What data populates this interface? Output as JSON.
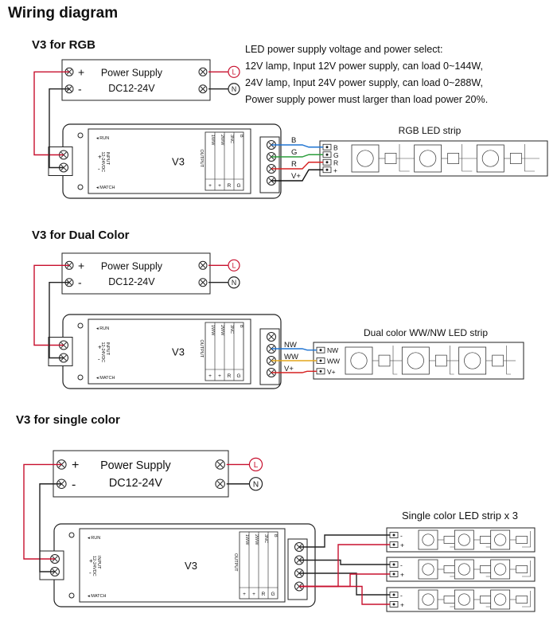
{
  "title": "Wiring diagram",
  "notes": [
    "LED power supply voltage and power select:",
    "12V lamp, Input 12V power supply, can load 0~144W,",
    "24V lamp, Input 24V power supply, can load 0~288W,",
    "Power supply power must larger than load power 20%."
  ],
  "power_supply": {
    "name": "Power Supply",
    "voltage": "DC12-24V",
    "live": "L",
    "neutral": "N",
    "plus": "+",
    "minus": "-"
  },
  "controller": {
    "name": "V3",
    "run": "RUN",
    "match": "MATCH",
    "input_label": "INPUT",
    "input_voltage": "12-24VDC",
    "output_label": "OUTPUT",
    "output_columns": [
      "1WW",
      "2WW",
      "3NC",
      "B"
    ],
    "output_sub": [
      "+",
      "+",
      "R",
      "G"
    ]
  },
  "sections": [
    {
      "title": "V3 for RGB",
      "strip_title": "RGB LED strip",
      "wires": [
        {
          "label": "B",
          "color": "#1e73d2"
        },
        {
          "label": "G",
          "color": "#2a9d3a"
        },
        {
          "label": "R",
          "color": "#d62020"
        },
        {
          "label": "V+",
          "color": "#111111"
        }
      ],
      "strip_pins": [
        "B",
        "G",
        "R",
        "+"
      ]
    },
    {
      "title": "V3 for Dual Color",
      "strip_title": "Dual color WW/NW LED strip",
      "wires": [
        {
          "label": "NW",
          "color": "#1e73d2"
        },
        {
          "label": "WW",
          "color": "#e3a51b"
        },
        {
          "label": "V+",
          "color": "#d62020"
        }
      ],
      "strip_pins": [
        "NW",
        "WW",
        "V+"
      ]
    },
    {
      "title": "V3 for single color",
      "strip_title": "Single color LED strip x 3",
      "strip_pins": [
        "-",
        "+"
      ]
    }
  ],
  "colors": {
    "power_wire": "#c8102e",
    "ac_mark": "#c8102e",
    "line": "#222222"
  }
}
